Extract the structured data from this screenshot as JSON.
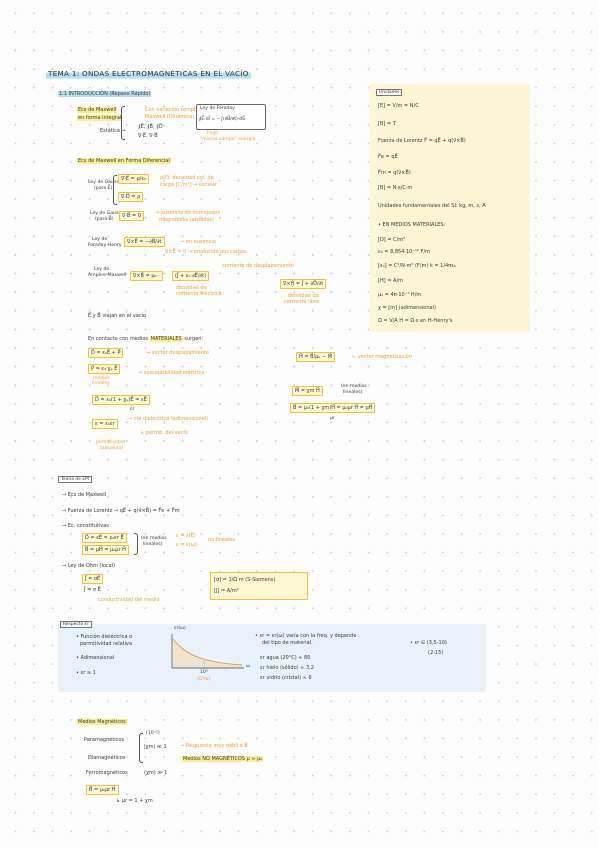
{
  "title": "TEMA 1: ONDAS ELECTROMAGNÉTICAS EN EL VACÍO",
  "intro_heading": "1.1 INTRODUCCIÓN (Repaso Rápido)",
  "integral": {
    "label": [
      "Ecs de Maxwell",
      "en forma integral"
    ],
    "dynamic": [
      "Con variación temporal",
      "Maxwell (Dinámica) →"
    ],
    "faraday_title": "Ley de Faraday",
    "faraday_formula": "∮E⃗·dl⃗ = −∫(∂B⃗/∂t)·dS⃗",
    "flux_note": [
      "Flujo",
      "\"mismo campo\" energía"
    ],
    "static_label": "Estática →",
    "static_formulas": [
      "∮E⃗, ∮B⃗, ∮D⃗",
      "∇·E⃗, ∇·B⃗"
    ]
  },
  "differential": {
    "heading": "Ecs de Maxwell en Forma Diferencial",
    "gauss_e": {
      "label": [
        "Ley de Gauss",
        "(para E⃗)"
      ],
      "formula": "∇·E⃗ = ρ/ε₀",
      "formula_2": "∇·D⃗ = ρ",
      "note": [
        "ρ(r⃗): densidad vol. de",
        "carga [C/m³] → escalar"
      ]
    },
    "gauss_b": {
      "label": [
        "Ley de Gauss",
        "(para B⃗)"
      ],
      "formula": "∇·B⃗ = 0",
      "note": [
        "→ ausencia de monopolos",
        "magnéticos (aislados)"
      ]
    },
    "faraday": {
      "label": [
        "Ley de",
        "Faraday-Henry"
      ],
      "formula": "∇×E⃗ = −∂B⃗/∂t",
      "note": [
        "→ en ausencia",
        "∇×E⃗ = 0 → producido por cargas"
      ]
    },
    "ampere": {
      "label": [
        "Ley de",
        "Ampère-Maxwell"
      ],
      "formula": "∇×B⃗ = μ₀ ·",
      "formula_2": "(J⃗ + ε₀ ∂E⃗/∂t)",
      "note_top": "corriente de desplazamiento",
      "note_bottom": [
        "densidad de",
        "corriente eléctrica"
      ],
      "alt_formula": "∇×H⃗ = J⃗ + ∂D⃗/∂t",
      "alt_note": [
        "densidad de",
        "corriente libre"
      ]
    }
  },
  "vacuum_line": "E⃗ y B⃗ viajan en el vacío",
  "materials": {
    "heading": [
      "En contacto con medios",
      "MATERIALES",
      "surgen:"
    ],
    "electric": {
      "d": "D⃗ = ε₀E⃗ + P⃗",
      "d_note": "→ vector desplazamiento",
      "p": "P⃗ = ε₀ χₑ E⃗",
      "p_note": "→ susceptibilidad eléctrica",
      "p_sub": [
        "medios",
        "lineales"
      ],
      "d2": "D⃗ = ε₀(1 + χₑ)E⃗ = εE⃗",
      "d2_sub": "εr",
      "eps": "ε = ε₀εr",
      "eps_note": "→ cte dieléctrica (adimensional)",
      "eps0_note": "↳ permit. del vacío",
      "eps_abs": [
        "permitividad",
        "(absoluta)"
      ]
    },
    "magnetic": {
      "h": "H⃗ = B⃗/μ₀ − M⃗",
      "h_note": "← vector magnetización",
      "m": "M⃗ = χm H⃗",
      "m_note": [
        "(en medios",
        "lineales)"
      ],
      "b": "B⃗ = μ₀(1 + χm)H⃗ = μ₀μr H⃗ = μH⃗",
      "b_sub": "μr"
    }
  },
  "units": {
    "heading": "Unidades",
    "lines": [
      "[E] = V/m = N/C",
      "[B] = T",
      "Fuerza de Lorentz   F⃗ = qE⃗ + q(v⃗×B⃗)",
      "F⃗e = qE⃗",
      "F⃗m = q(v⃗×B⃗)",
      "[B] = N·s/C·m",
      "Unidades fundamentales del SI: kg, m, s, A",
      "• EN MEDIOS MATERIALES:",
      "[D] = C/m²",
      "ε₀ = 8,854·10⁻¹² F/m",
      "[ε₀] = C²/N·m² (F/m)    k = 1/4πε₀",
      "[H] = A/m",
      "μ₀ = 4π·10⁻⁷ H/m",
      "χ = [m] (adimensional)",
      "Ω = V/A    H = Ω·s    en H-Henry's"
    ]
  },
  "theory": {
    "heading": "Teoría de EM",
    "items": [
      "→ Ecs de Maxwell",
      "→ Fuerza de Lorentz → qE⃗ + q(v⃗×B⃗) = F⃗e + F⃗m",
      "→ Ec. constitutivas"
    ],
    "constitutive": [
      "D⃗ = εE⃗ = ε₀εr E⃗",
      "B⃗ = μH⃗ = μ₀μr H⃗"
    ],
    "linear_note": [
      "(en medios",
      "lineales)"
    ],
    "nonlinear": [
      "ε = ε(E⃗)",
      "ε = ε(ω)"
    ],
    "nonlinear_note": "no lineales",
    "ohm_heading": "→ Ley de Ohm (local)",
    "ohm": [
      "J⃗ = σE⃗",
      "J⃗ = σ E⃗"
    ],
    "ohm_note": "conductividad del medio",
    "ohm_units": [
      "[σ] = 1/Ω·m   (S-Siemens)",
      "[J] = A/m²"
    ]
  },
  "permittivity": {
    "label": "Respecto εr",
    "bullets": [
      "• Función dieléctrica o",
      "permitividad relativa",
      "• Adimensional",
      "• εr ≥ 1"
    ],
    "graph": {
      "y_label": "εr(ω)",
      "x_label": "ω",
      "tick": "10⁹",
      "unit": "(GHz)"
    },
    "notes": [
      "• εr = εr(ω) varía con la freq. y depende",
      "del tipo de material.",
      "εr agua (20°C) ≈ 80",
      "εr hielo (sólido) ≈ 3,2",
      "εr vidrio (cristal) ≈ 6"
    ],
    "range": [
      "• εr ∈ (3,5-10)",
      "(2-15)"
    ]
  },
  "magnetic_media": {
    "heading": "Medios Magnéticos",
    "para": "Paramagnéticos",
    "para_value": "(10⁻⁵)",
    "dia": "Diamagnéticos",
    "small_chi": "|χm| ≪ 1",
    "response_note": "→ Respuesta muy débil a B⃗",
    "non_magnetic": "Medios NO MAGNÉTICOS μ ≈ μ₀",
    "ferro": "Ferromagnéticos",
    "ferro_chi": "(χm) ≫ 1",
    "b": "B⃗ = μ₀μr H⃗",
    "mu_r": "↳ μr = 1 + χm"
  },
  "colors": {
    "ink": "#3a3a3a",
    "note_orange": "#f0a030",
    "highlight_yellow": "#fbee8f",
    "highlight_blue": "#b4def2",
    "box_yellow": "#fff7d1",
    "box_border": "#f1c232",
    "units_bg": "#fdf6d4",
    "band_blue": "#e7f2fb"
  }
}
